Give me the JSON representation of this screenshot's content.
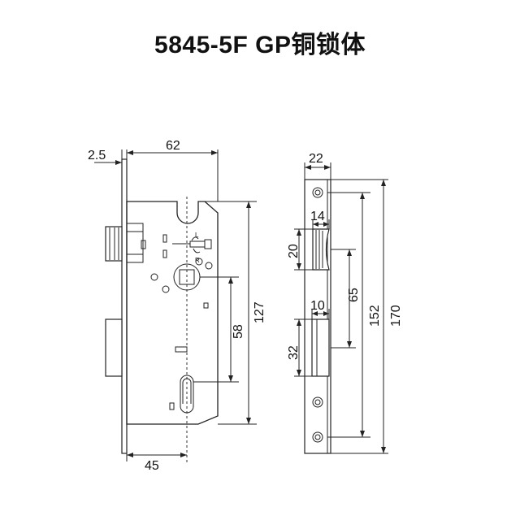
{
  "title": "5845-5F GP铜锁体",
  "dimensions": {
    "faceplate_thickness": "2.5",
    "backset_to_edge": "62",
    "cylinder_backset": "45",
    "handle_to_cylinder": "58",
    "body_height": "127",
    "side_width": "22",
    "latch_width": "14",
    "latch_height": "20",
    "bolt_width": "10",
    "bolt_height": "32",
    "latch_to_bolt": "65",
    "screw_spacing": "152",
    "faceplate_height": "170"
  },
  "labels": {
    "left_mark": "L",
    "right_mark": "R"
  }
}
